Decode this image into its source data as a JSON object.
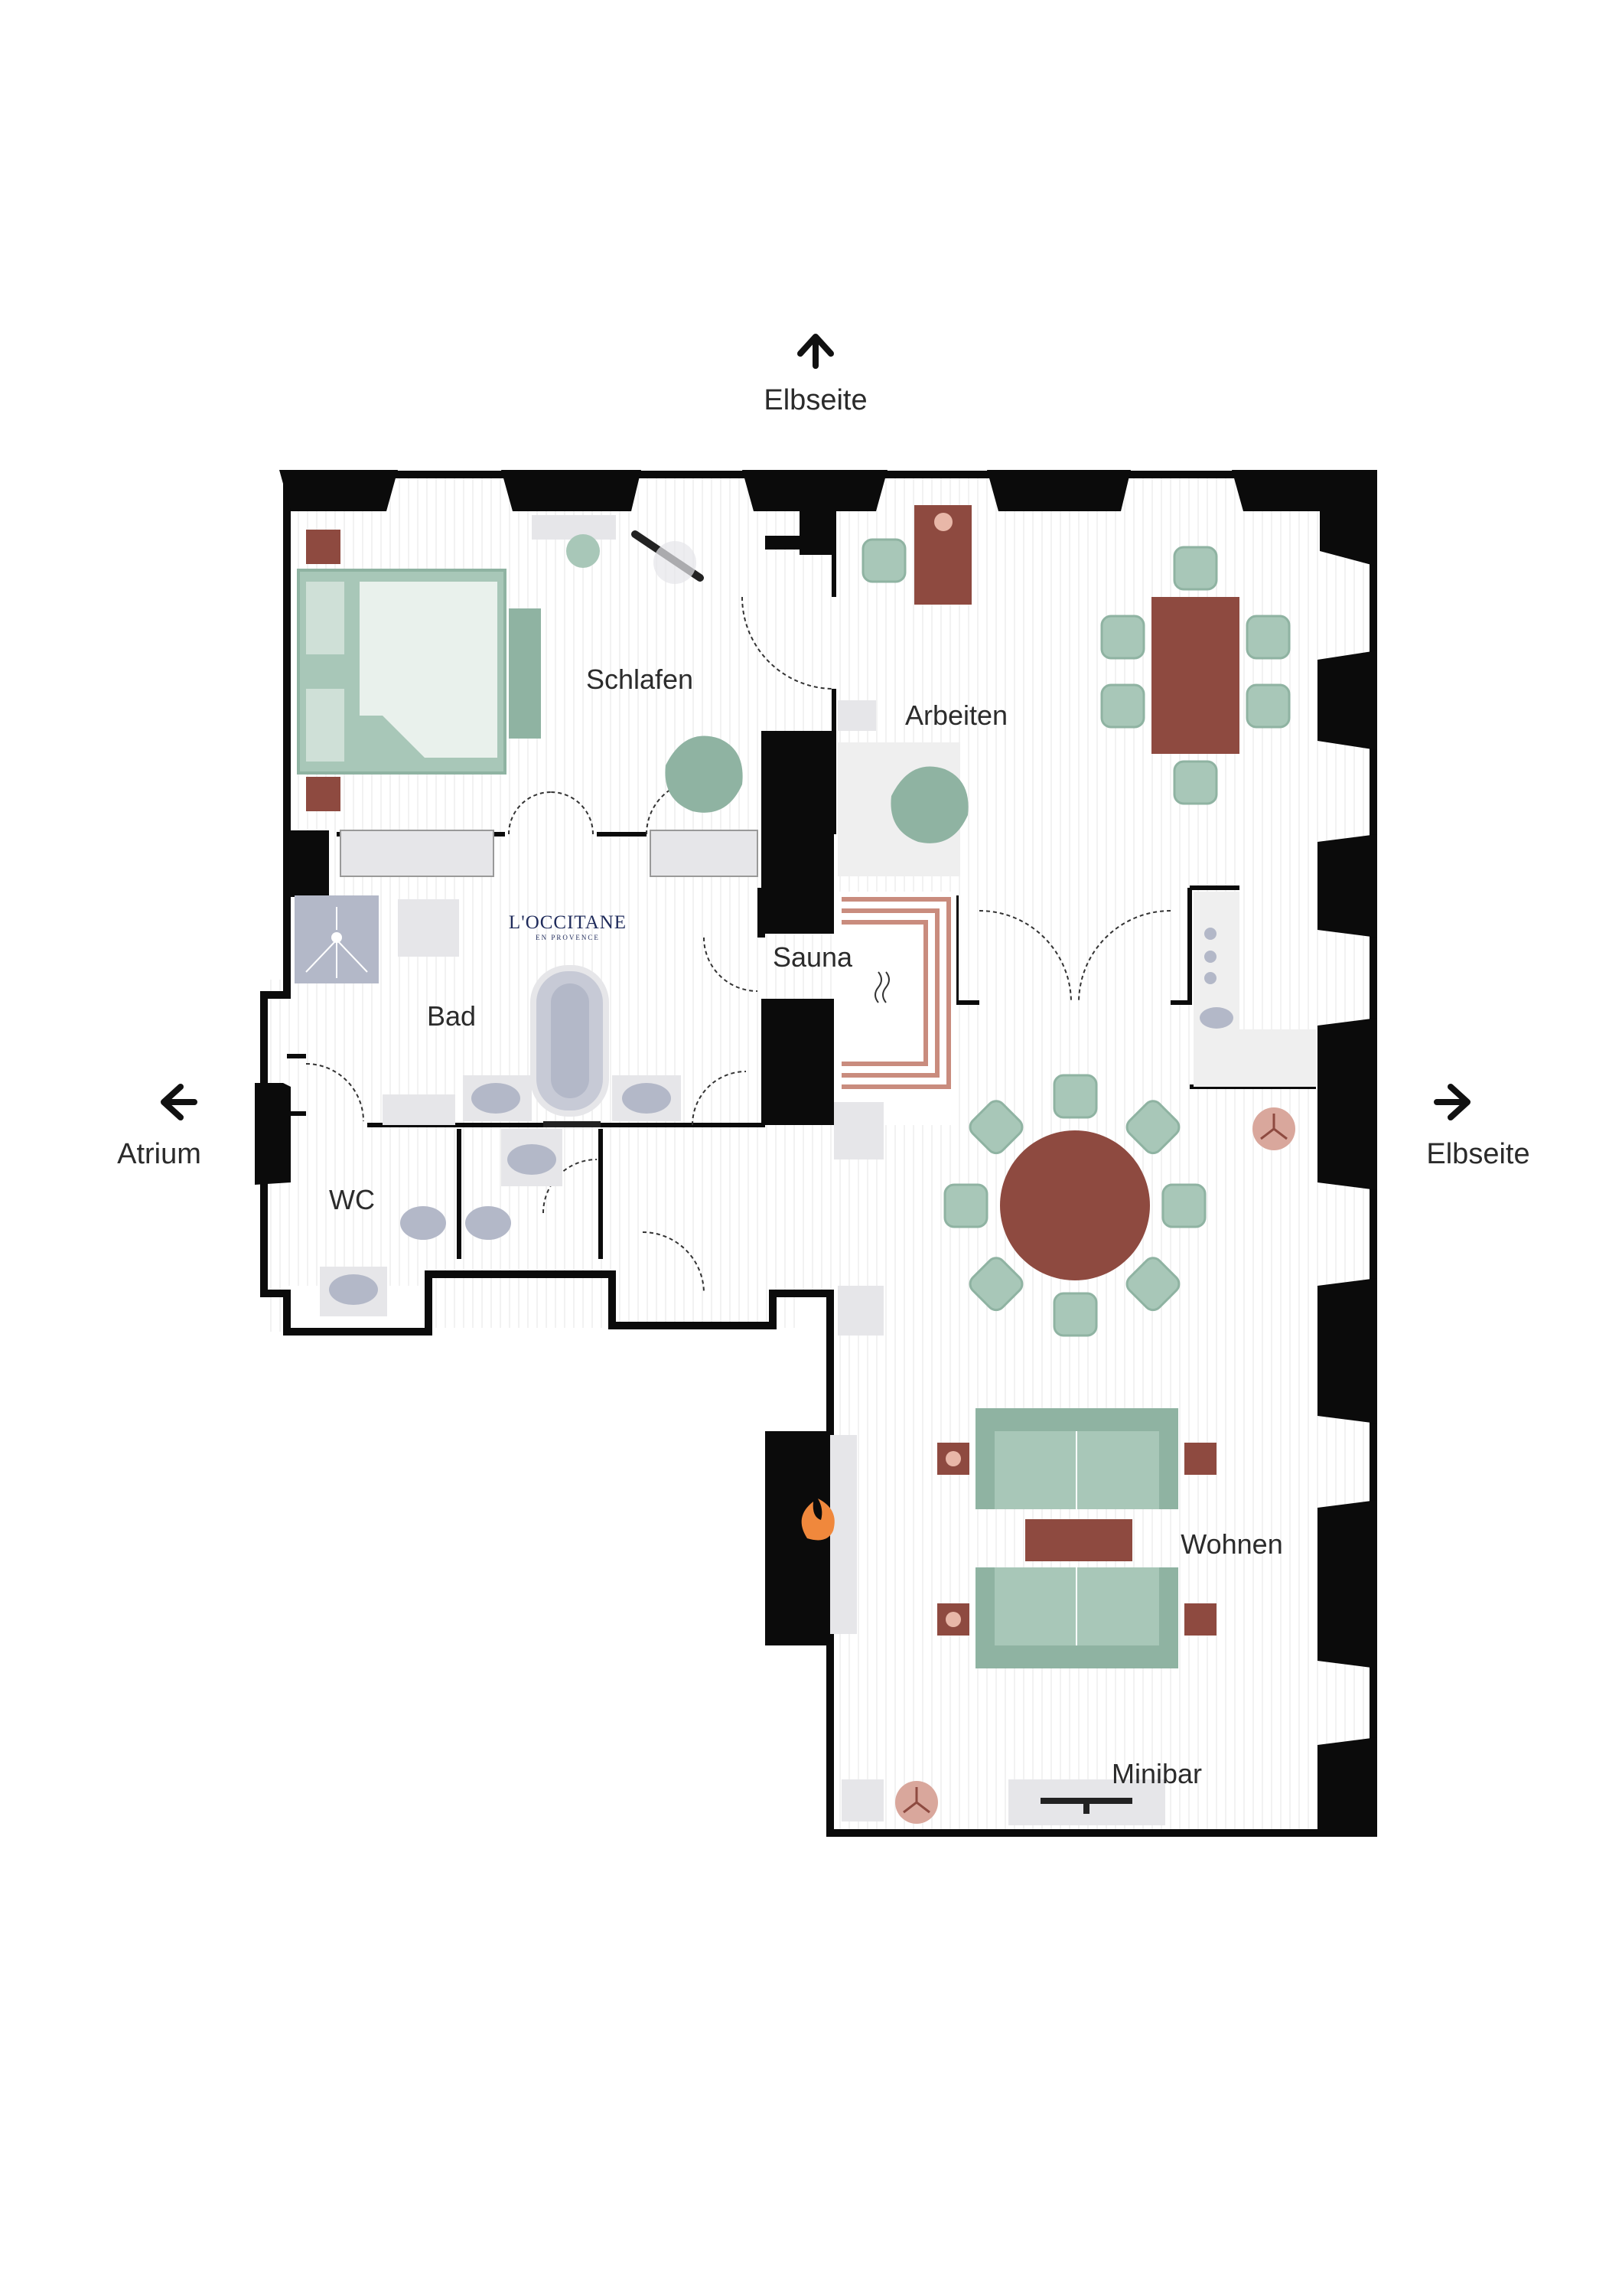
{
  "directions": {
    "north": "Elbseite",
    "east": "Elbseite",
    "west": "Atrium"
  },
  "rooms": {
    "schlafen": "Schlafen",
    "arbeiten": "Arbeiten",
    "sauna": "Sauna",
    "bad": "Bad",
    "wc": "WC",
    "wohnen": "Wohnen",
    "minibar": "Minibar"
  },
  "brand": {
    "name": "L'OCCITANE",
    "tagline": "EN PROVENCE"
  },
  "colors": {
    "wall": "#0b0b0b",
    "floor_line": "#ececec",
    "green": "#a8c7b8",
    "green_dark": "#8fb3a2",
    "red": "#8e4a40",
    "sauna_stripe": "#c98c7e",
    "fixture_grey": "#b3b8c8",
    "fixture_light": "#e6e6e9",
    "fire": "#f0883c"
  }
}
